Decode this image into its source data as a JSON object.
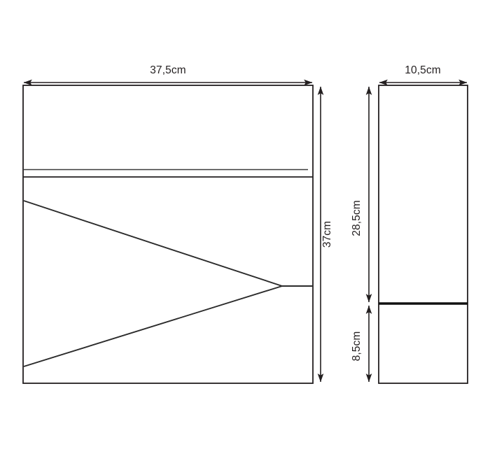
{
  "drawing": {
    "title": "Technical dimension drawing",
    "units": "cm",
    "stroke_color": "#231f20",
    "background_color": "#ffffff",
    "views": [
      {
        "id": "front-view",
        "name": "front-view",
        "dimensions": {
          "width_label": "37,5cm",
          "height_label": "37cm",
          "width_value": 37.5,
          "height_value": 37
        },
        "features": [
          {
            "name": "upper-horizontal-divider-short",
            "type": "line"
          },
          {
            "name": "lower-horizontal-divider-full",
            "type": "line"
          },
          {
            "name": "wedge-upper-diagonal",
            "type": "line"
          },
          {
            "name": "wedge-lower-diagonal",
            "type": "line"
          },
          {
            "name": "wedge-apex-horizontal",
            "type": "line"
          }
        ]
      },
      {
        "id": "side-view",
        "name": "side-view",
        "dimensions": {
          "width_label": "10,5cm",
          "upper_height_label": "28,5cm",
          "lower_height_label": "8,5cm",
          "width_value": 10.5,
          "upper_height_value": 28.5,
          "lower_height_value": 8.5
        },
        "features": [
          {
            "name": "thick-horizontal-divider",
            "type": "line"
          }
        ]
      }
    ]
  },
  "labels": {
    "front_width": "37,5cm",
    "front_height": "37cm",
    "side_width": "10,5cm",
    "side_upper_height": "28,5cm",
    "side_lower_height": "8,5cm"
  }
}
